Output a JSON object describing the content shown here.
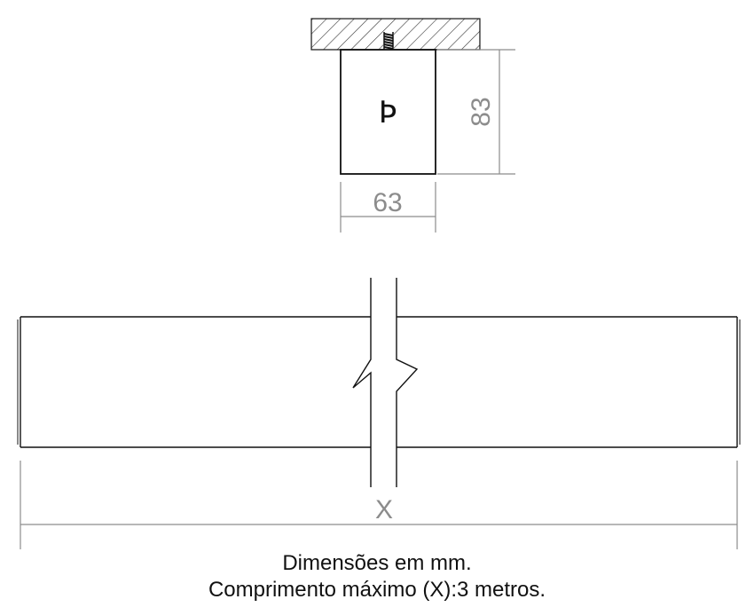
{
  "section": {
    "height_label": "83",
    "width_label": "63",
    "symbol": "Ϸ"
  },
  "profile": {
    "length_label": "X"
  },
  "notes": {
    "line1": "Dimensões em mm.",
    "line2": "Comprimento máximo (X):3 metros."
  },
  "colors": {
    "line": "#111111",
    "dimension": "#8c8c8c",
    "hatch": "#333333"
  }
}
